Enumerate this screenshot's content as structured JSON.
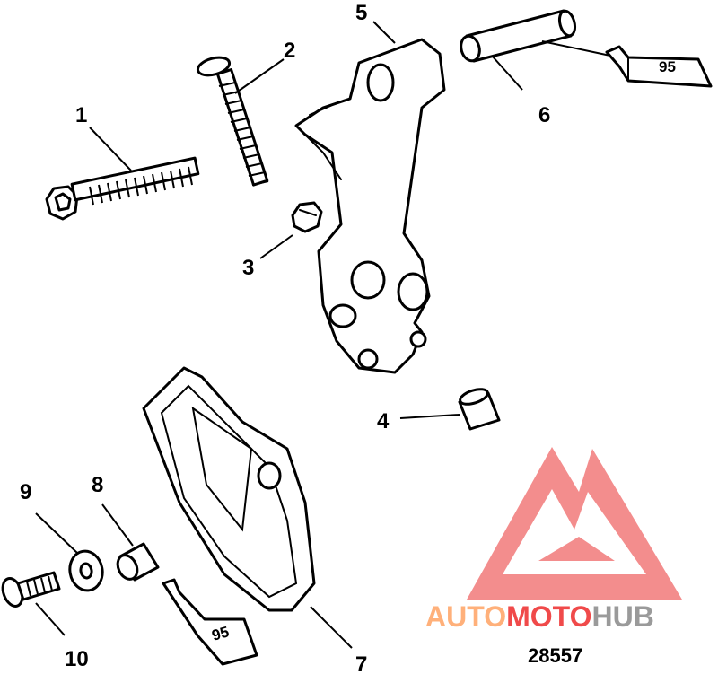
{
  "callouts": {
    "c1": "1",
    "c2": "2",
    "c3": "3",
    "c4": "4",
    "c5": "5",
    "c6": "6",
    "c7": "7",
    "c8": "8",
    "c9": "9",
    "c10": "10"
  },
  "tubes": {
    "top_right": "95",
    "bottom_left": "95"
  },
  "figure_number": "28557",
  "watermark": {
    "word_part1": "AUTO",
    "word_part2": "MOTO",
    "word_part3": "HUB",
    "color_light": "#ffb07a",
    "color_red": "#f04a4a",
    "color_gray": "#9a9a9a"
  }
}
